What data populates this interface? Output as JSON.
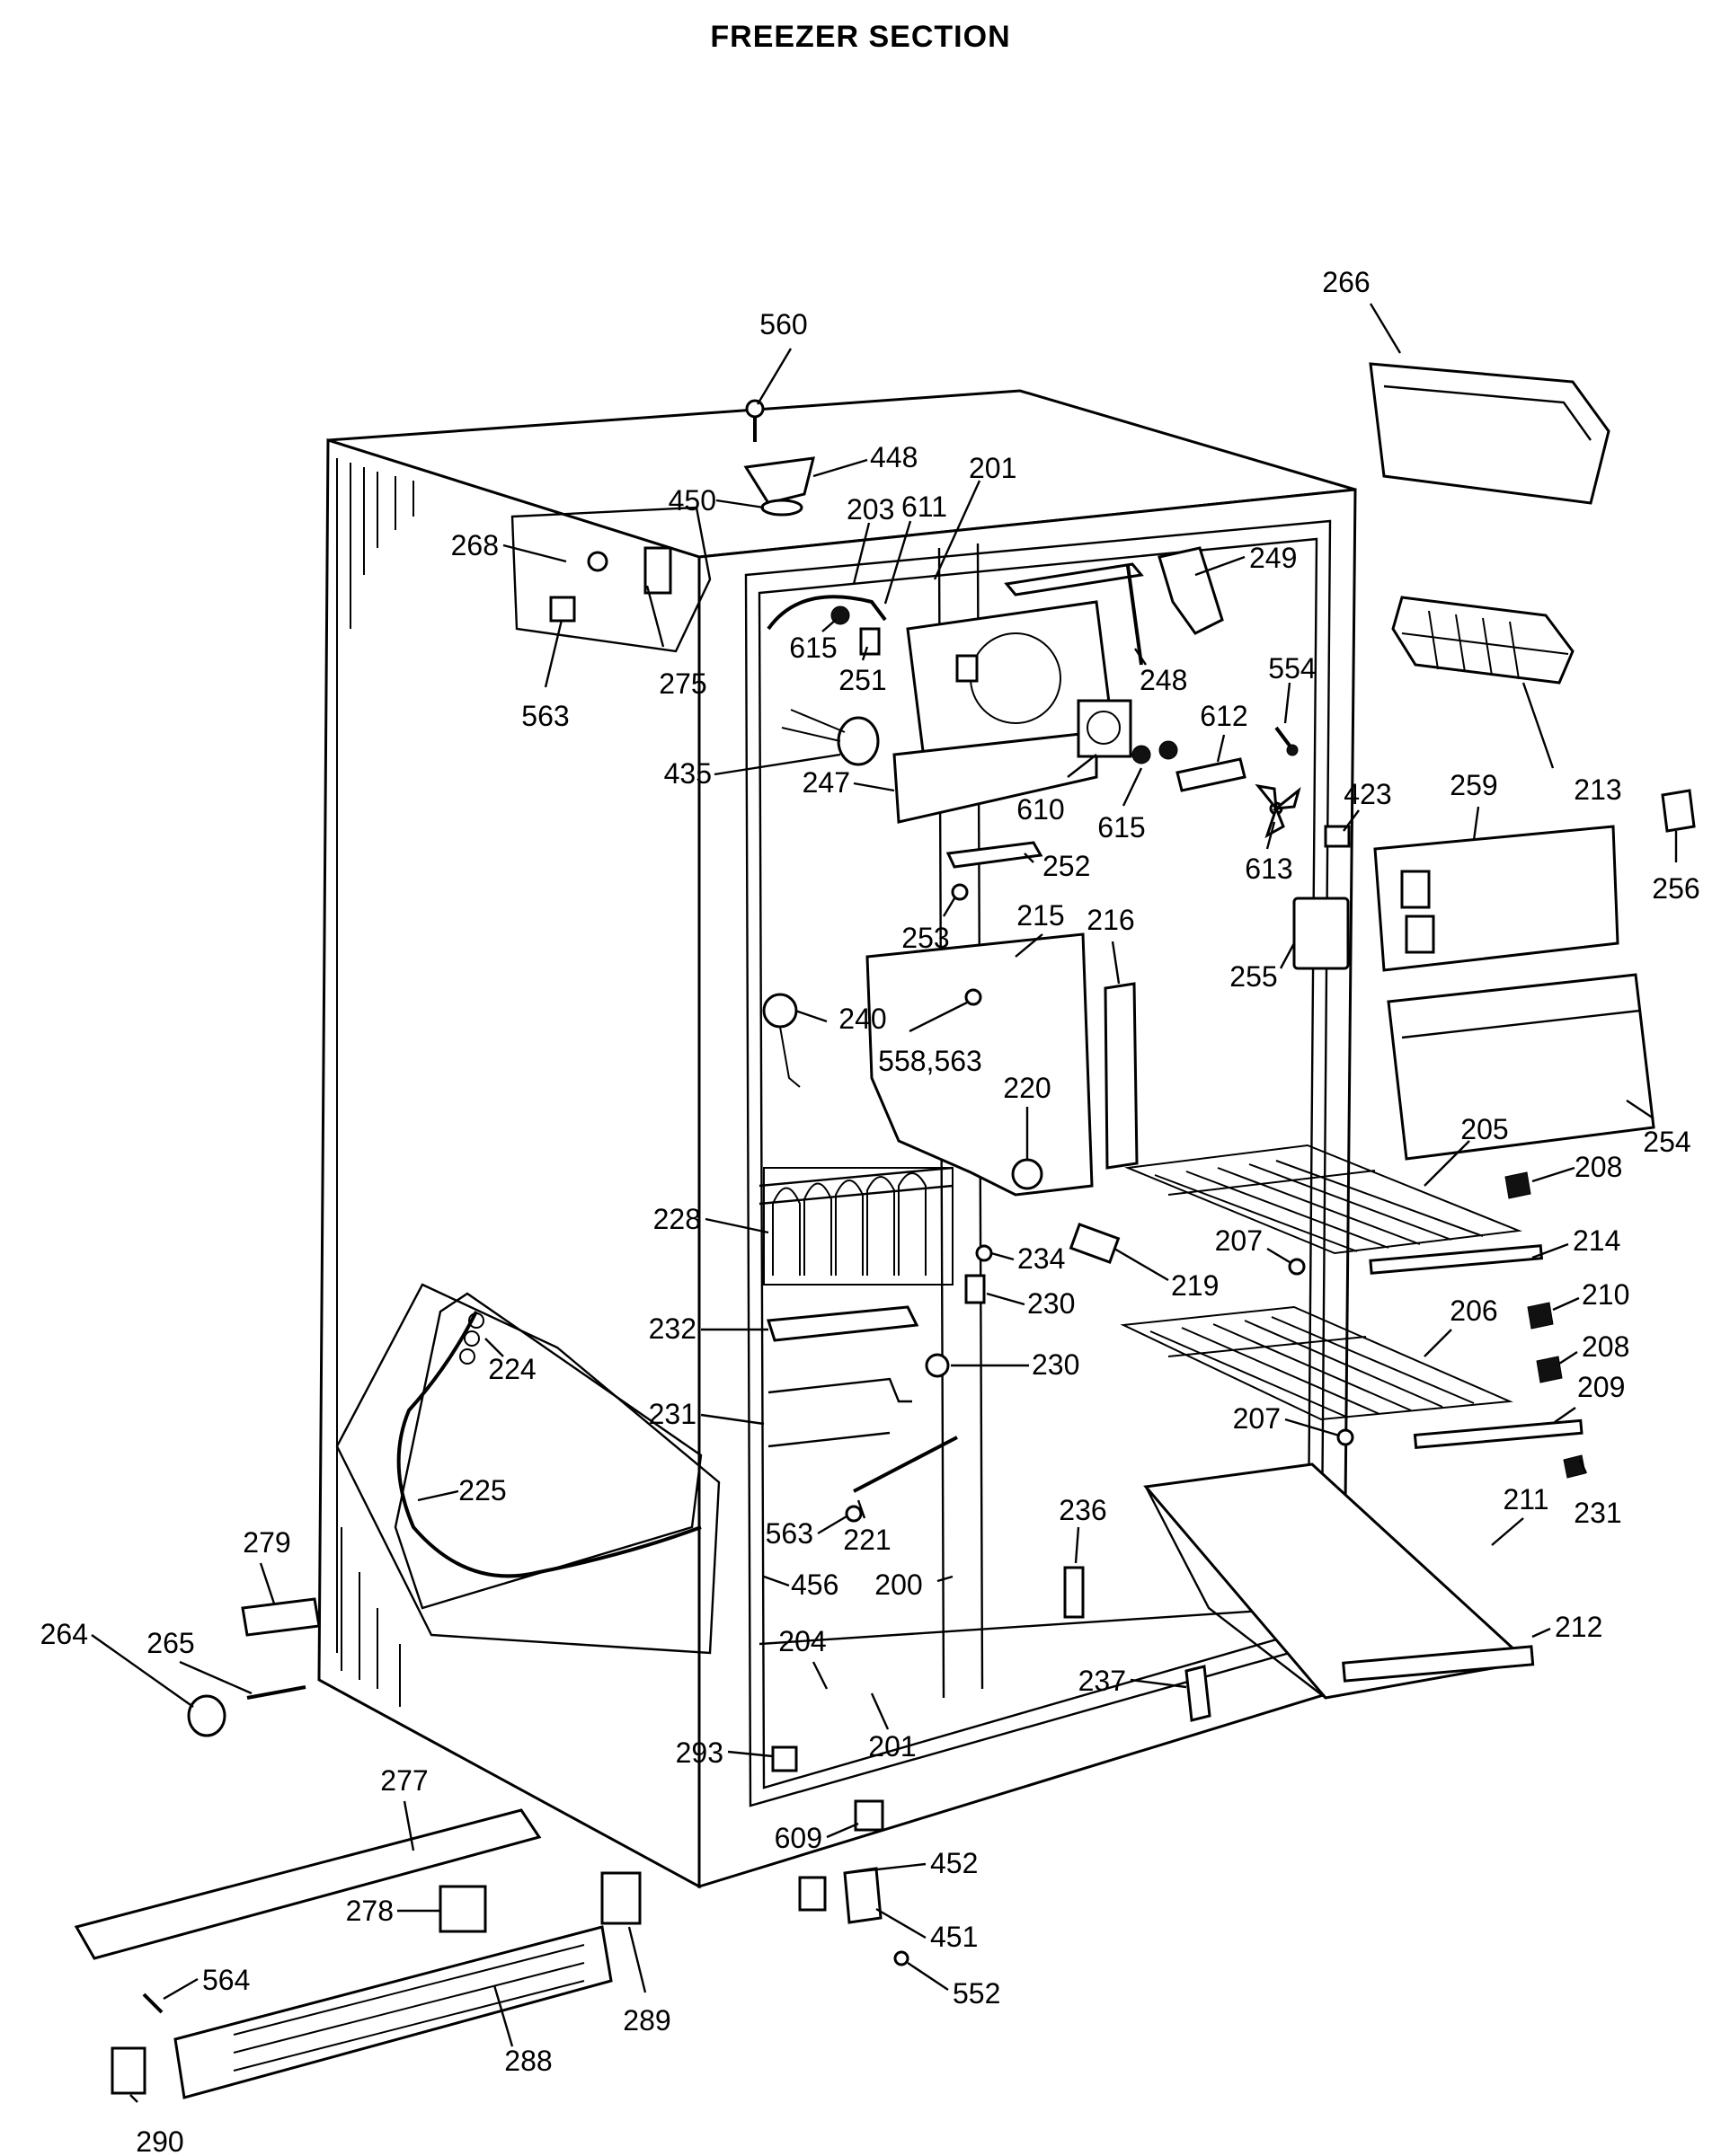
{
  "header": {
    "title": "FREEZER SECTION"
  },
  "callouts": [
    {
      "id": "560",
      "text": "560"
    },
    {
      "id": "448",
      "text": "448"
    },
    {
      "id": "450",
      "text": "450"
    },
    {
      "id": "201a",
      "text": "201"
    },
    {
      "id": "203",
      "text": "203"
    },
    {
      "id": "611",
      "text": "611"
    },
    {
      "id": "268",
      "text": "268"
    },
    {
      "id": "249",
      "text": "249"
    },
    {
      "id": "266",
      "text": "266"
    },
    {
      "id": "615a",
      "text": "615"
    },
    {
      "id": "251",
      "text": "251"
    },
    {
      "id": "248",
      "text": "248"
    },
    {
      "id": "554",
      "text": "554"
    },
    {
      "id": "563a",
      "text": "563"
    },
    {
      "id": "275",
      "text": "275"
    },
    {
      "id": "612",
      "text": "612"
    },
    {
      "id": "213",
      "text": "213"
    },
    {
      "id": "435",
      "text": "435"
    },
    {
      "id": "247",
      "text": "247"
    },
    {
      "id": "610",
      "text": "610"
    },
    {
      "id": "615b",
      "text": "615"
    },
    {
      "id": "423",
      "text": "423"
    },
    {
      "id": "259",
      "text": "259"
    },
    {
      "id": "613",
      "text": "613"
    },
    {
      "id": "256",
      "text": "256"
    },
    {
      "id": "252",
      "text": "252"
    },
    {
      "id": "253",
      "text": "253"
    },
    {
      "id": "215",
      "text": "215"
    },
    {
      "id": "216",
      "text": "216"
    },
    {
      "id": "255",
      "text": "255"
    },
    {
      "id": "240",
      "text": "240"
    },
    {
      "id": "558563",
      "text": "558,563"
    },
    {
      "id": "220",
      "text": "220"
    },
    {
      "id": "254",
      "text": "254"
    },
    {
      "id": "205",
      "text": "205"
    },
    {
      "id": "208a",
      "text": "208"
    },
    {
      "id": "228",
      "text": "228"
    },
    {
      "id": "234",
      "text": "234"
    },
    {
      "id": "207a",
      "text": "207"
    },
    {
      "id": "214",
      "text": "214"
    },
    {
      "id": "219",
      "text": "219"
    },
    {
      "id": "230a",
      "text": "230"
    },
    {
      "id": "210",
      "text": "210"
    },
    {
      "id": "232",
      "text": "232"
    },
    {
      "id": "206",
      "text": "206"
    },
    {
      "id": "230b",
      "text": "230"
    },
    {
      "id": "208b",
      "text": "208"
    },
    {
      "id": "224",
      "text": "224"
    },
    {
      "id": "231a",
      "text": "231"
    },
    {
      "id": "209",
      "text": "209"
    },
    {
      "id": "207b",
      "text": "207"
    },
    {
      "id": "225",
      "text": "225"
    },
    {
      "id": "231b",
      "text": "231"
    },
    {
      "id": "211",
      "text": "211"
    },
    {
      "id": "563b",
      "text": "563"
    },
    {
      "id": "221",
      "text": "221"
    },
    {
      "id": "236",
      "text": "236"
    },
    {
      "id": "279",
      "text": "279"
    },
    {
      "id": "456",
      "text": "456"
    },
    {
      "id": "200",
      "text": "200"
    },
    {
      "id": "265",
      "text": "265"
    },
    {
      "id": "264",
      "text": "264"
    },
    {
      "id": "212",
      "text": "212"
    },
    {
      "id": "204",
      "text": "204"
    },
    {
      "id": "237",
      "text": "237"
    },
    {
      "id": "201b",
      "text": "201"
    },
    {
      "id": "293",
      "text": "293"
    },
    {
      "id": "277",
      "text": "277"
    },
    {
      "id": "609",
      "text": "609"
    },
    {
      "id": "452",
      "text": "452"
    },
    {
      "id": "278",
      "text": "278"
    },
    {
      "id": "451",
      "text": "451"
    },
    {
      "id": "564",
      "text": "564"
    },
    {
      "id": "552",
      "text": "552"
    },
    {
      "id": "289",
      "text": "289"
    },
    {
      "id": "288",
      "text": "288"
    },
    {
      "id": "290",
      "text": "290"
    }
  ]
}
